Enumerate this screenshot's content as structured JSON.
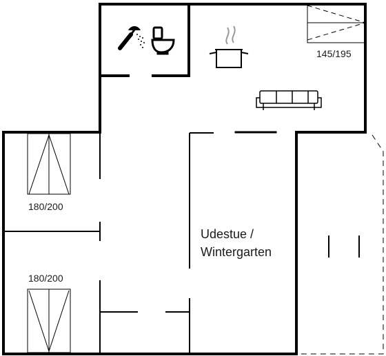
{
  "rooms": {
    "winter_garden": {
      "line1": "Udestue /",
      "line2": "Wintergarten"
    }
  },
  "beds": {
    "top_right": {
      "size": "145/195"
    },
    "left_upper": {
      "size": "180/200"
    },
    "left_lower": {
      "size": "180/200"
    }
  },
  "icons": {
    "shower": "shower-icon",
    "toilet": "toilet-icon",
    "cooking_pot": "cooking-pot-icon",
    "sofa": "sofa-icon"
  }
}
